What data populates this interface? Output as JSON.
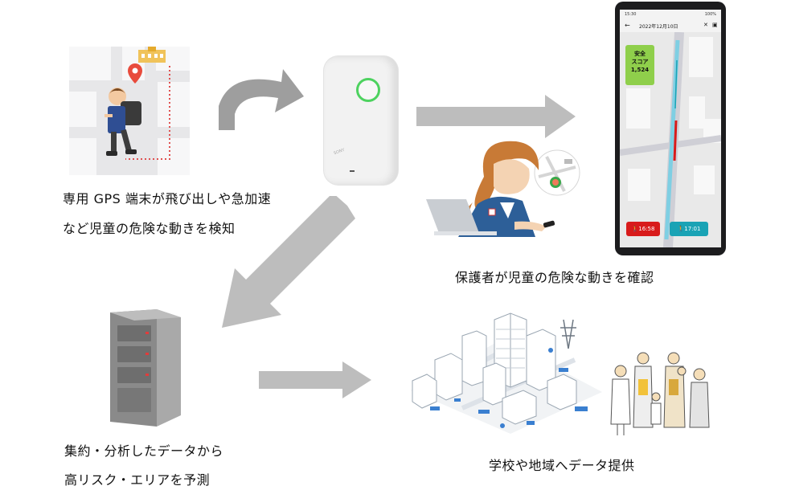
{
  "captions": {
    "detect_line1": "専用 GPS 端末が飛び出しや急加速",
    "detect_line2": "など児童の危険な動きを検知",
    "guardian": "保護者が児童の危険な動きを確認",
    "analysis_line1": "集約・分析したデータから",
    "analysis_line2": "高リスク・エリアを予測",
    "provide": "学校や地域へデータ提供"
  },
  "device": {
    "logo": "SONY"
  },
  "phone": {
    "status_time": "15:30",
    "status_battery": "100%",
    "date": "2022年12月10日",
    "score_line1": "安全",
    "score_line2": "スコア",
    "score_value": "1,524",
    "time_start": "16:58",
    "time_end": "17:01"
  },
  "colors": {
    "arrow": "#bdbdbd",
    "score_green": "#8fcf4b",
    "route_blue": "#7fcfe3",
    "danger_red": "#d81b1b",
    "end_teal": "#1aa3b5",
    "device_ring": "#4dd25f"
  }
}
